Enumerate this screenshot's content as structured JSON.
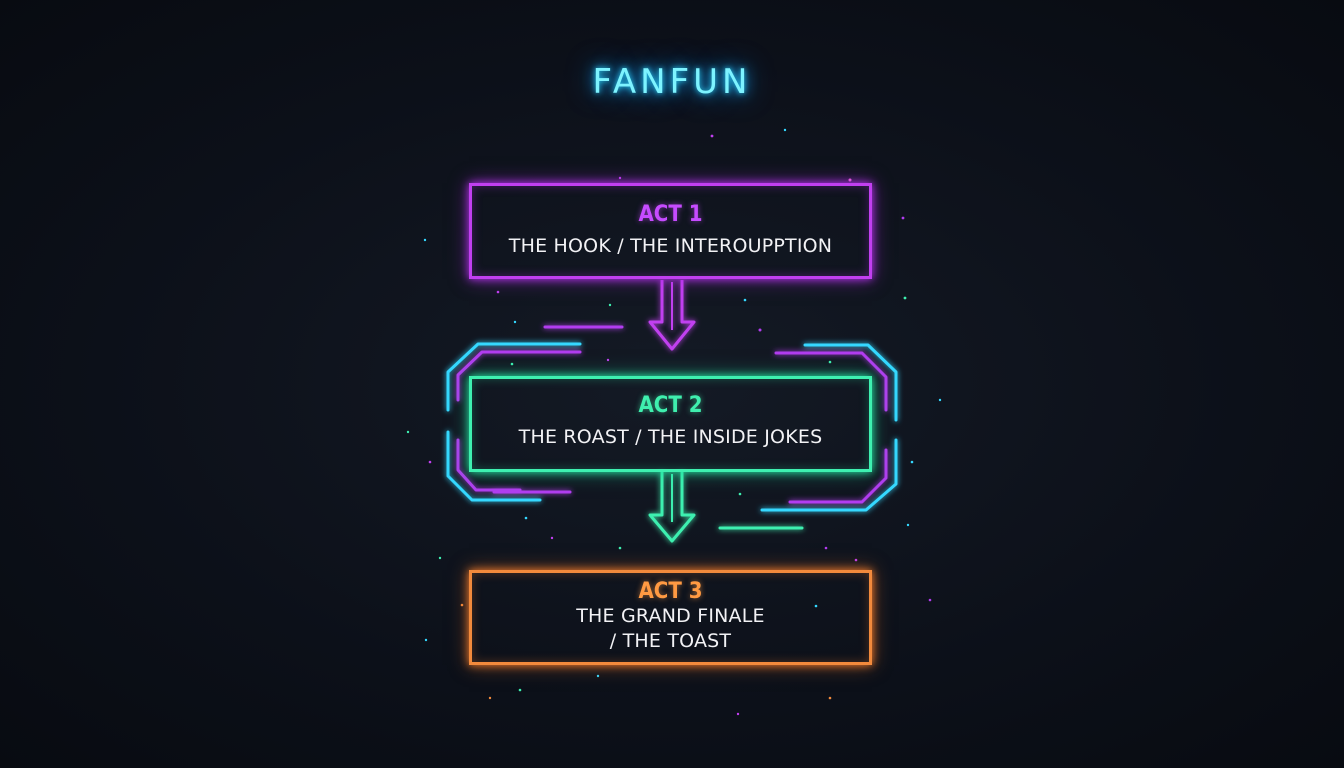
{
  "brand": "FANFUN",
  "acts": [
    {
      "title": "ACT 1",
      "subtitle": "THE HOOK / THE INTEROUPPTION",
      "color": "#c13ff0"
    },
    {
      "title": "ACT 2",
      "subtitle": "THE ROAST / THE INSIDE JOKES",
      "color": "#3ef0b0"
    },
    {
      "title": "ACT 3",
      "subtitle_line1": "THE GRAND FINALE",
      "subtitle_line2": "/ THE TOAST",
      "color": "#f28a3c"
    }
  ],
  "colors": {
    "background": "#0b0f17",
    "brand": "#7df3ff",
    "act1": "#c13ff0",
    "act2": "#3ef0b0",
    "act3": "#f28a3c",
    "loop_cyan": "#34d8ff",
    "loop_purple": "#b23cf0"
  }
}
